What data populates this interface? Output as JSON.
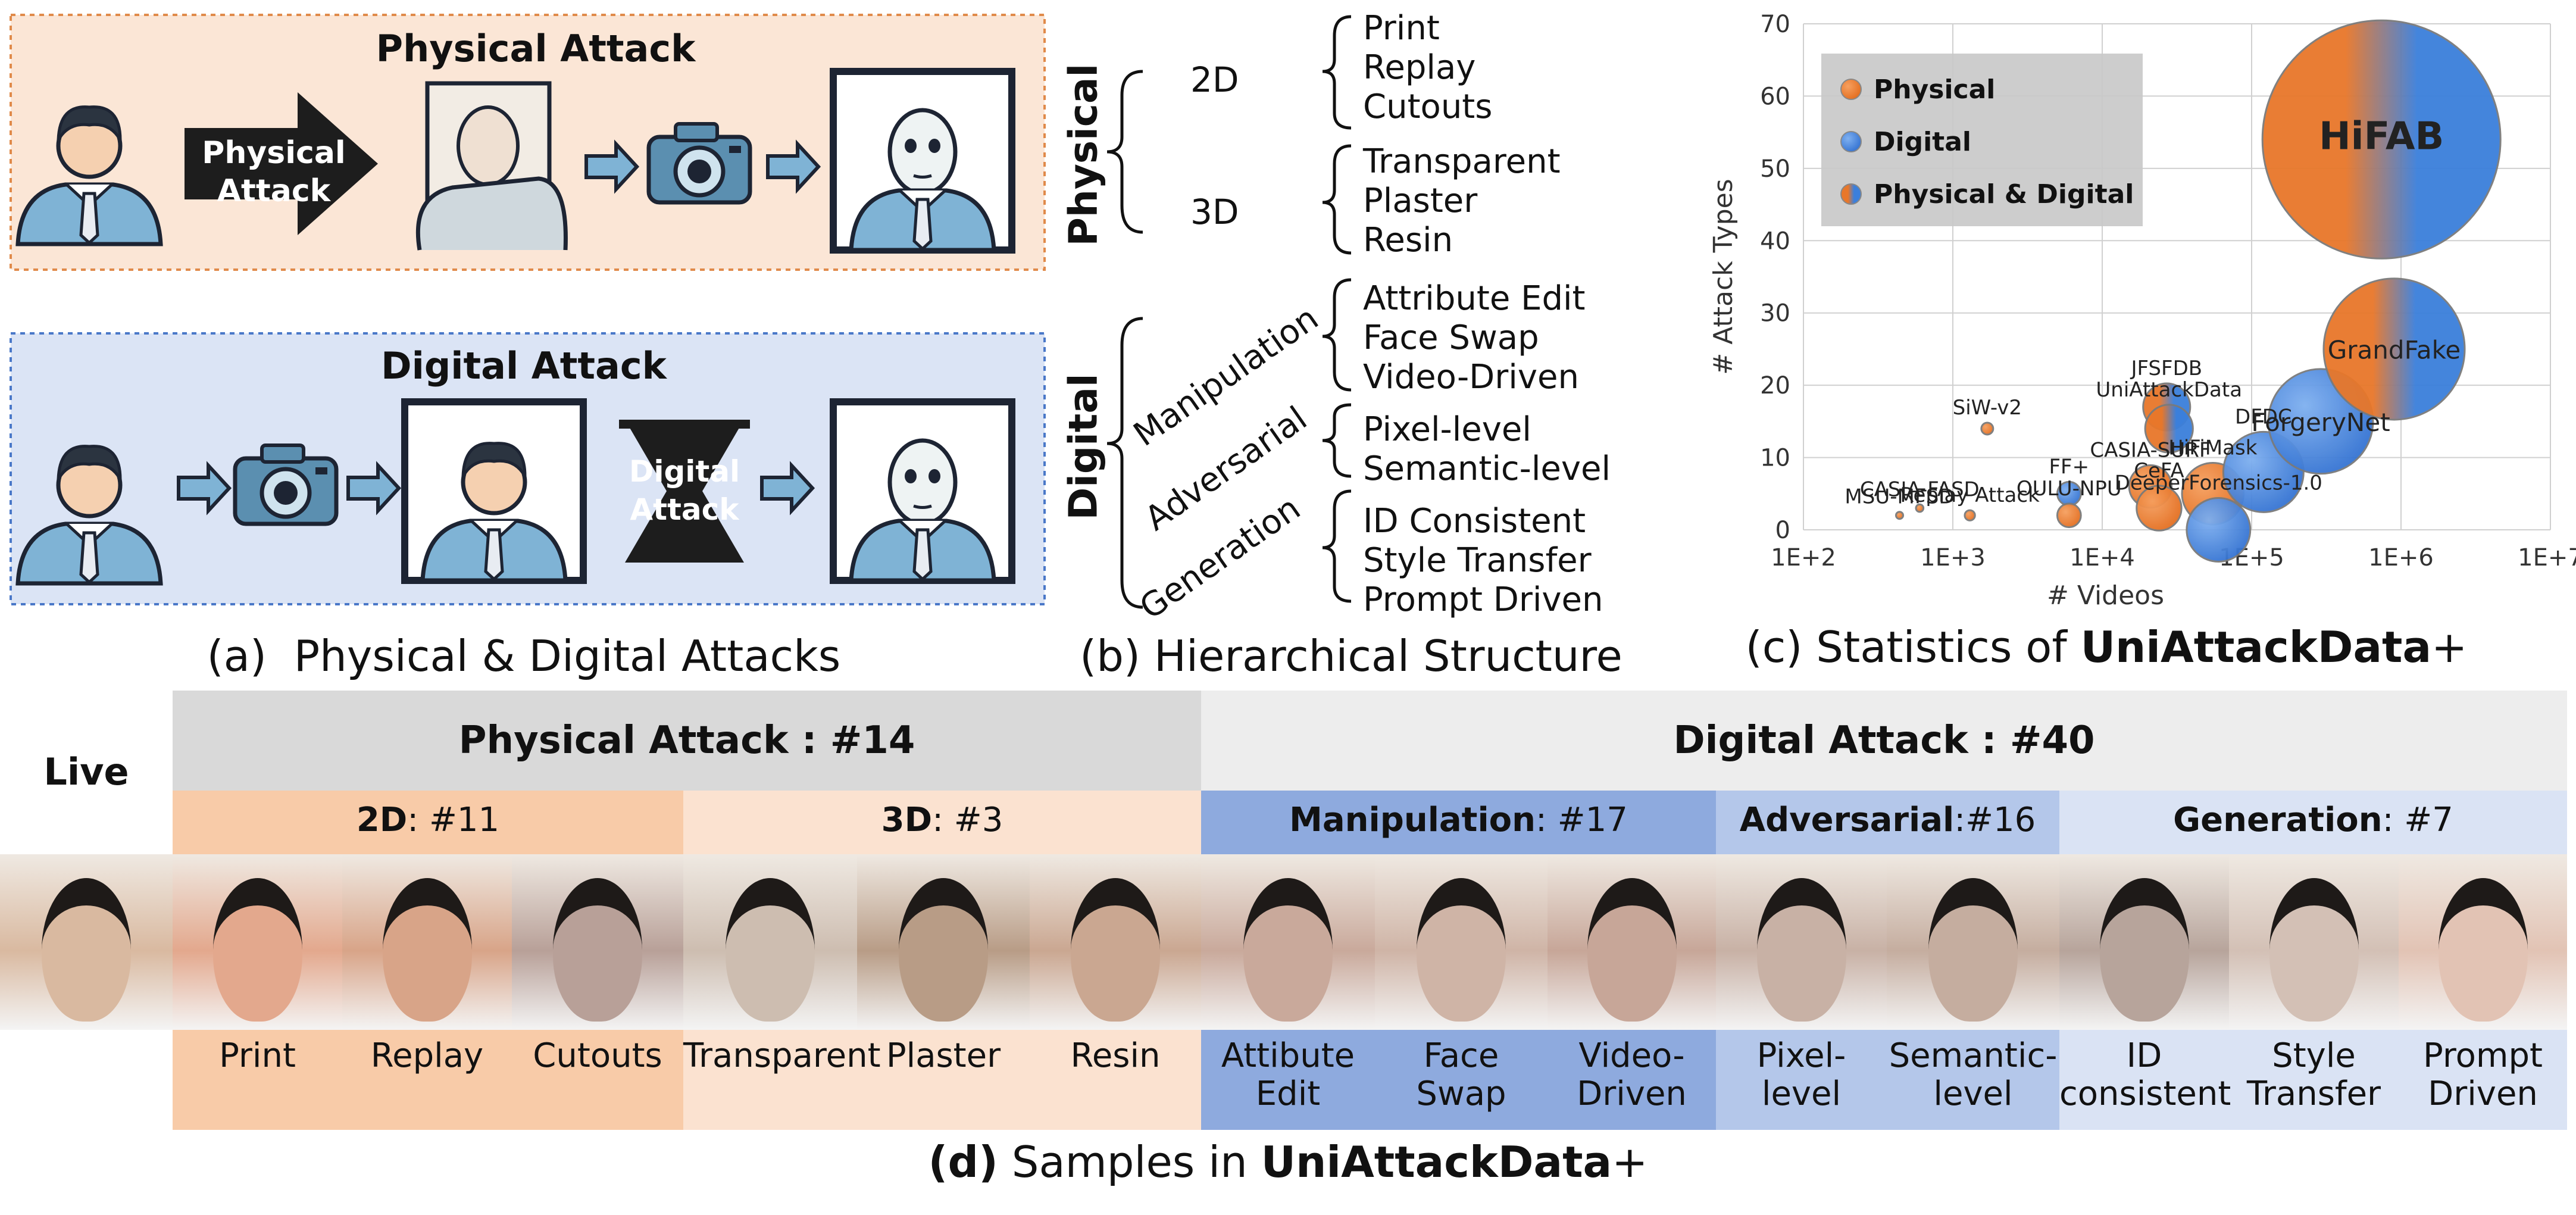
{
  "panel_a": {
    "physical_title": "Physical Attack",
    "physical_arrow_line1": "Physical",
    "physical_arrow_line2": "Attack",
    "digital_title": "Digital Attack",
    "digital_box_line1": "Digital",
    "digital_box_line2": "Attack",
    "caption": "(a)  Physical & Digital Attacks"
  },
  "panel_b": {
    "physical_label": "Physical",
    "digital_label": "Digital",
    "groups": [
      {
        "name": "2D",
        "items": [
          "Print",
          "Replay",
          "Cutouts"
        ]
      },
      {
        "name": "3D",
        "items": [
          "Transparent",
          "Plaster",
          "Resin"
        ]
      },
      {
        "name": "Manipulation",
        "items": [
          "Attribute Edit",
          "Face Swap",
          "Video-Driven"
        ]
      },
      {
        "name": "Adversarial",
        "items": [
          "Pixel-level",
          "Semantic-level"
        ]
      },
      {
        "name": "Generation",
        "items": [
          "ID Consistent",
          "Style Transfer",
          "Prompt Driven"
        ]
      }
    ],
    "caption": "(b) Hierarchical Structure"
  },
  "panel_c": {
    "caption_prefix": "(c) Statistics of ",
    "caption_bold": "UniAttackData",
    "caption_suffix": "+"
  },
  "chart_data": {
    "type": "scatter",
    "xlabel": "# Videos",
    "ylabel": "# Attack Types",
    "x_scale": "log",
    "xlim": [
      100,
      10000000
    ],
    "ylim": [
      0,
      70
    ],
    "x_ticks": [
      "1E+2",
      "1E+3",
      "1E+4",
      "1E+5",
      "1E+6",
      "1E+7"
    ],
    "y_ticks": [
      "0",
      "10",
      "20",
      "30",
      "40",
      "50",
      "60",
      "70"
    ],
    "grid": true,
    "legend_position": "top-left",
    "legend": [
      "Physical",
      "Digital",
      "Physical & Digital"
    ],
    "colors": {
      "physical": "#e8772a",
      "digital": "#3b7fdb"
    },
    "points": [
      {
        "label": "MSU-MFSD",
        "x": 440,
        "y": 2,
        "type": "physical"
      },
      {
        "label": "CASIA-FASD",
        "x": 600,
        "y": 3,
        "type": "physical"
      },
      {
        "label": "Replay Attack",
        "x": 1300,
        "y": 2,
        "type": "physical"
      },
      {
        "label": "SiW-v2",
        "x": 1700,
        "y": 14,
        "type": "physical"
      },
      {
        "label": "FF+",
        "x": 6000,
        "y": 5,
        "type": "digital"
      },
      {
        "label": "OULU-NPU",
        "x": 6000,
        "y": 2,
        "type": "physical"
      },
      {
        "label": "CASIA-SURF",
        "x": 21000,
        "y": 6,
        "type": "physical"
      },
      {
        "label": "CeFA",
        "x": 24000,
        "y": 3,
        "type": "physical"
      },
      {
        "label": "JFSFDB",
        "x": 27000,
        "y": 17,
        "type": "both"
      },
      {
        "label": "UniAttackData",
        "x": 28000,
        "y": 14,
        "type": "both"
      },
      {
        "label": "HiFiMask",
        "x": 55000,
        "y": 5,
        "type": "physical"
      },
      {
        "label": "DeeperForensics-1.0",
        "x": 60000,
        "y": 0,
        "type": "digital"
      },
      {
        "label": "DFDC",
        "x": 120000,
        "y": 8,
        "type": "digital"
      },
      {
        "label": "ForgeryNet",
        "x": 290000,
        "y": 15,
        "type": "digital"
      },
      {
        "label": "GrandFake",
        "x": 900000,
        "y": 25,
        "type": "both"
      },
      {
        "label": "HiFAB",
        "x": 740000,
        "y": 54,
        "type": "both"
      }
    ]
  },
  "panel_d": {
    "live_label": "Live",
    "physical_header": "Physical Attack : #14",
    "digital_header": "Digital Attack : #40",
    "subgroups": [
      {
        "bold": "2D",
        "rest": ": #11"
      },
      {
        "bold": "3D",
        "rest": ": #3"
      },
      {
        "bold": "Manipulation",
        "rest": ": #17"
      },
      {
        "bold": "Adversarial",
        "rest": ":#16"
      },
      {
        "bold": "Generation",
        "rest": ": #7"
      }
    ],
    "samples": [
      "Print",
      "Replay",
      "Cutouts",
      "Transparent",
      "Plaster",
      "Resin",
      "Attibute\nEdit",
      "Face Swap",
      "Video-\nDriven",
      "Pixel-\nlevel",
      "Semantic-\nlevel",
      "ID\nconsistent",
      "Style\nTransfer",
      "Prompt\nDriven"
    ],
    "caption_prefix_bold": "(d)",
    "caption_middle": " Samples in ",
    "caption_bold": "UniAttackData",
    "caption_suffix": "+"
  }
}
